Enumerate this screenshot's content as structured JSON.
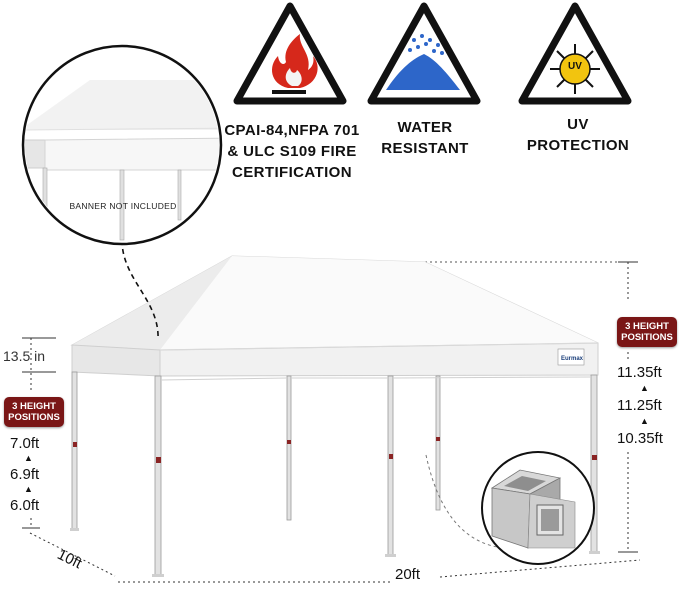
{
  "icons": [
    {
      "name": "fire-icon",
      "caption": "CPAI-84,NFPA 701 & ULC S109 FIRE CERTIFICATION"
    },
    {
      "name": "water-icon",
      "caption": "WATER RESISTANT"
    },
    {
      "name": "uv-icon",
      "caption": "UV PROTECTION",
      "symbol": "UV"
    }
  ],
  "captions": {
    "fire_line1": "CPAI-84,NFPA 701",
    "fire_line2": "& ULC S109 FIRE",
    "fire_line3": "CERTIFICATION",
    "water_line1": "WATER",
    "water_line2": "RESISTANT",
    "uv_line1": "UV",
    "uv_line2": "PROTECTION"
  },
  "uv_symbol": "UV",
  "banner_note": "BANNER NOT INCLUDED",
  "brand_tag": "Eurmax",
  "side_height": "13.5 in",
  "left_badge": {
    "line1": "3 HEIGHT",
    "line2": "POSITIONS"
  },
  "left_heights": [
    "7.0ft",
    "6.9ft",
    "6.0ft"
  ],
  "right_badge": {
    "line1": "3 HEIGHT",
    "line2": "POSITIONS"
  },
  "right_heights": [
    "11.35ft",
    "11.25ft",
    "10.35ft"
  ],
  "width_label": "10ft",
  "length_label": "20ft",
  "colors": {
    "badge": "#7a1616",
    "fire": "#d6281b",
    "water": "#2d66c9",
    "uv": "#f2c40f"
  }
}
